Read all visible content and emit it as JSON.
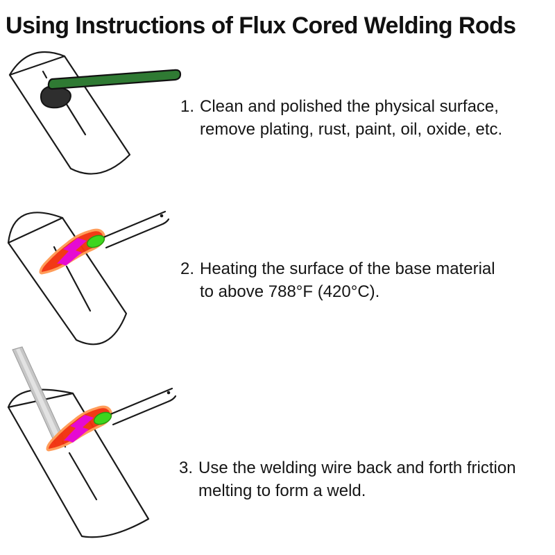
{
  "title": "Using Instructions of Flux Cored Welding Rods",
  "steps": [
    {
      "number": "1.",
      "line1": "Clean and polished the physical surface,",
      "line2": "remove plating, rust, paint, oil, oxide, etc."
    },
    {
      "number": "2.",
      "line1": "Heating the surface of the base material",
      "line2": "to above 788°F (420°C)."
    },
    {
      "number": "3.",
      "line1": "Use the welding wire back and forth friction",
      "line2": "melting to form a weld."
    }
  ],
  "colors": {
    "handle_green": "#2f7a33",
    "brush_dark": "#2e2e2e",
    "flame_red": "#f2330f",
    "flame_magenta": "#e60ad2",
    "flame_tip_green": "#3ed61e",
    "rod_gray": "#c6c6c6",
    "rod_light": "#e4e4e4"
  }
}
